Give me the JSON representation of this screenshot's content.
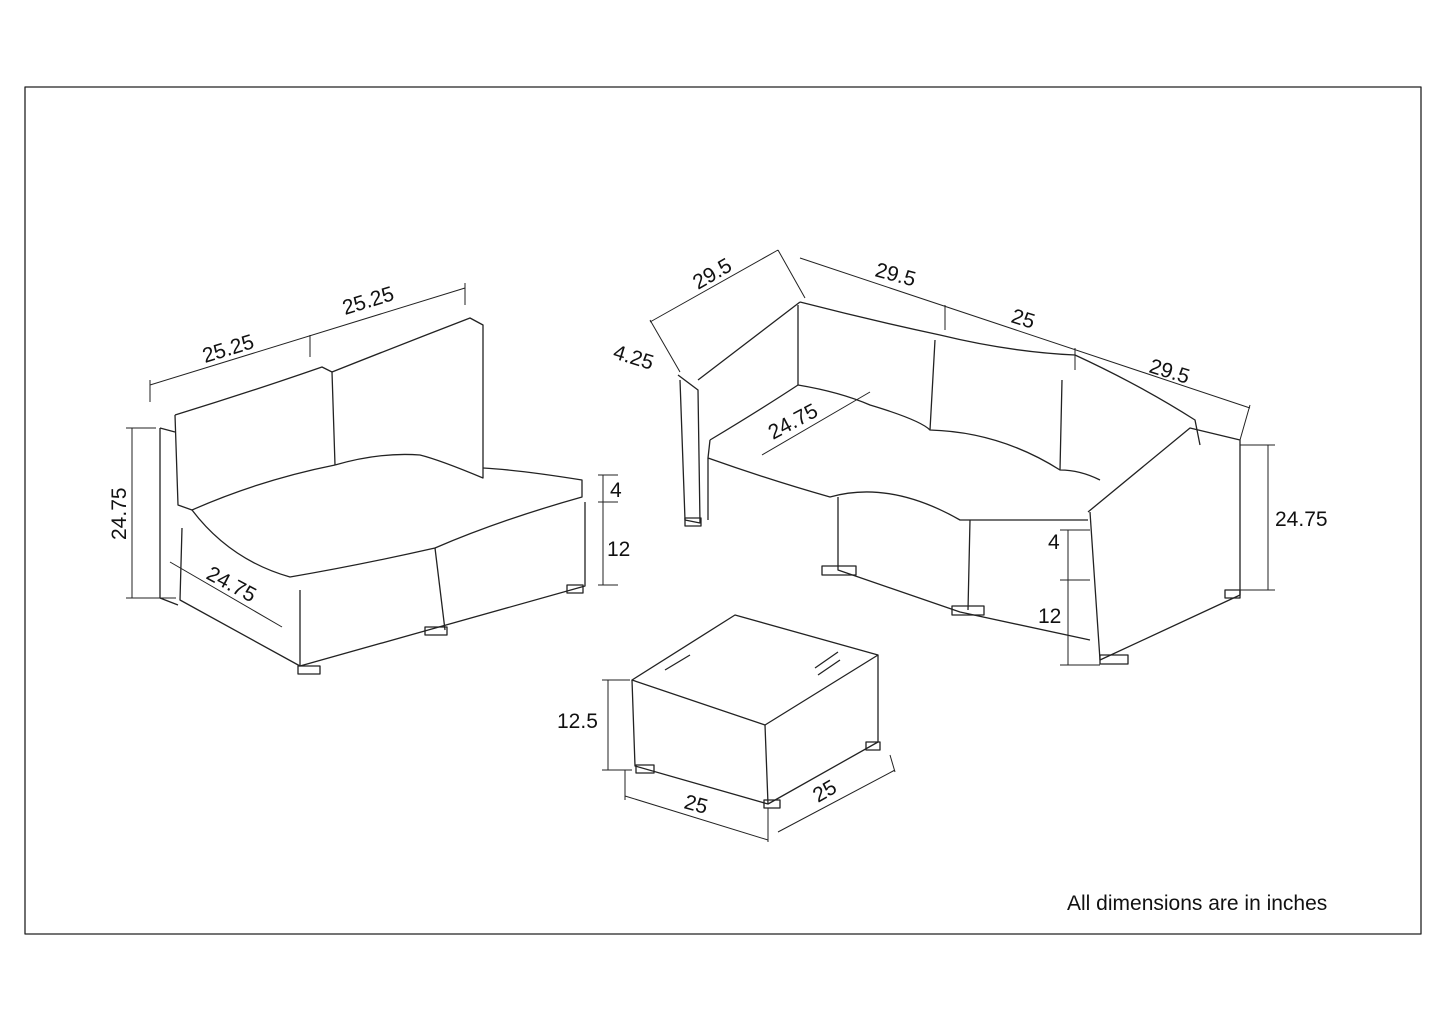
{
  "loveseat": {
    "back_width_left": "25.25",
    "back_width_right": "25.25",
    "height": "24.75",
    "depth": "24.75",
    "cushion_height": "4",
    "seat_base_height": "12"
  },
  "sectional": {
    "arm_depth": "29.5",
    "corner_width": "29.5",
    "middle_width": "25",
    "end_width": "29.5",
    "arm_width": "4.25",
    "seat_depth": "24.75",
    "height": "24.75",
    "cushion_height": "4",
    "seat_base_height": "12"
  },
  "ottoman": {
    "height": "12.5",
    "width": "25",
    "depth": "25"
  },
  "note": "All dimensions are in inches",
  "line_color": "#222222"
}
